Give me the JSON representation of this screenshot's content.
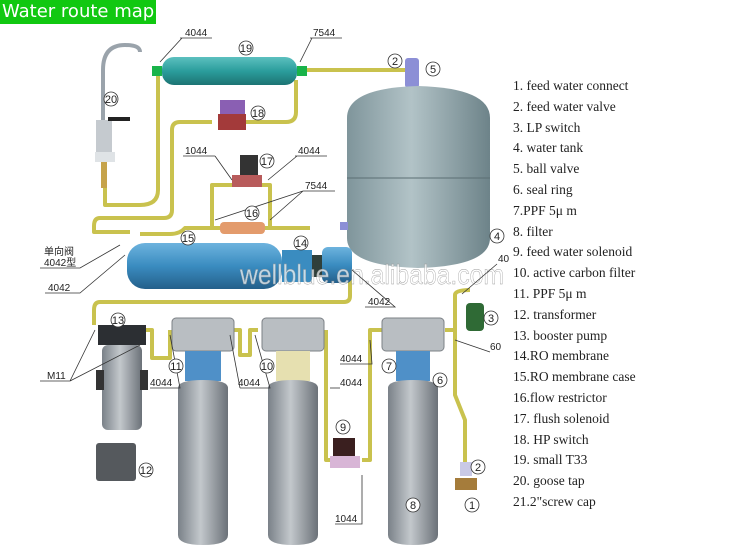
{
  "title": "Water route map",
  "watermark": "wellblue.en.alibaba.com",
  "legend": [
    "1. feed water connect",
    "2. feed water valve",
    "3. LP switch",
    "4. water tank",
    "5. ball valve",
    "6. seal ring",
    "7.PPF 5μ m",
    "8. filter",
    "9. feed water solenoid",
    "10. active carbon filter",
    "11. PPF 5μ m",
    "12. transformer",
    "13. booster pump",
    "14.RO membrane",
    "15.RO membrane case",
    "16.flow restrictor",
    "17. flush solenoid",
    "18. HP switch",
    "19. small T33",
    "20. goose tap",
    "21.2\"screw cap"
  ],
  "callouts": {
    "n1": "1",
    "n2": "2",
    "n2b": "2",
    "n3": "3",
    "n4": "4",
    "n5": "5",
    "n6": "6",
    "n7": "7",
    "n8": "8",
    "n9": "9",
    "n10": "10",
    "n11": "11",
    "n12": "12",
    "n13": "13",
    "n14": "14",
    "n15": "15",
    "n16": "16",
    "n17": "17",
    "n18": "18",
    "n19": "19",
    "n20": "20"
  },
  "part_codes": {
    "top_4044": "4044",
    "top_7544": "7544",
    "mid_1044": "1044",
    "mid_4044": "4044",
    "mid_7544": "7544",
    "check_valve_cn": "单向阀",
    "check_valve_type": "4042型",
    "left_4042": "4042",
    "right_4042": "4042",
    "m11": "M11",
    "f1_4044": "4044",
    "f2_4044": "4044",
    "sol_4044_a": "4044",
    "sol_4044_b": "4044",
    "bottom_1044": "1044",
    "c40": "40",
    "c60": "60"
  }
}
